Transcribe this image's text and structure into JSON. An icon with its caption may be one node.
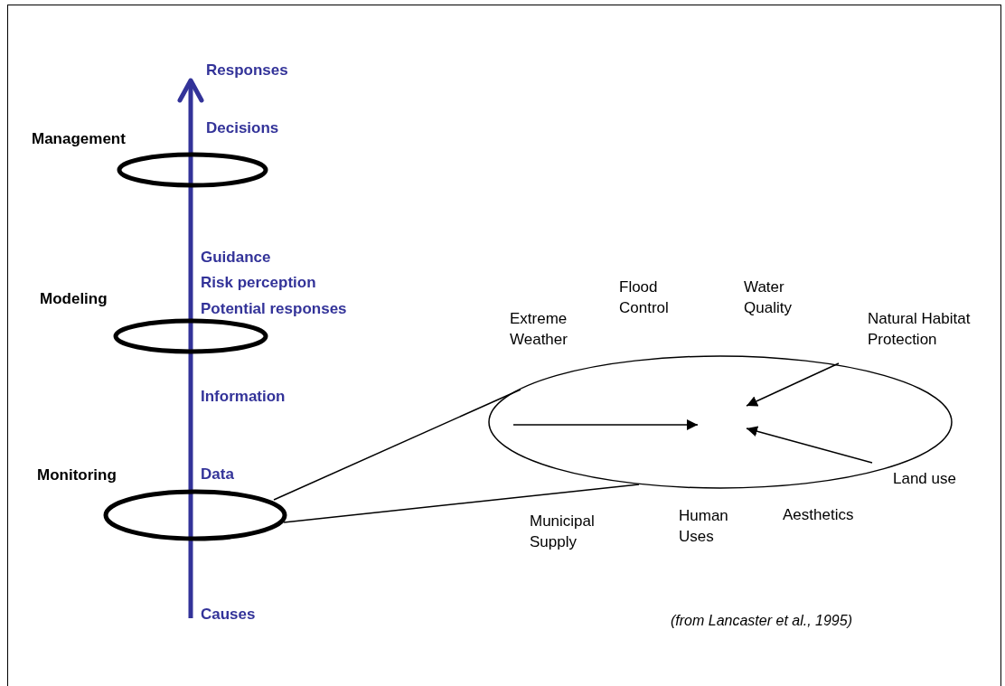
{
  "diagram": {
    "caption": "(from Lancaster et al., 1995)",
    "nodes": [
      {
        "text": [
          "Management"
        ]
      },
      {
        "text": [
          "Modeling"
        ]
      },
      {
        "text": [
          "Monitoring"
        ]
      },
      {
        "text": [],
        "shape": "ellipse"
      }
    ],
    "edges": [
      {
        "from": 2,
        "to": 3,
        "arrow": "none"
      },
      {
        "from": 2,
        "to": 3,
        "arrow": "none"
      },
      {
        "from": null,
        "to": 3,
        "arrow": "to"
      },
      {
        "from": null,
        "to": 3,
        "arrow": "to"
      },
      {
        "from": null,
        "to": 3,
        "arrow": "to"
      }
    ],
    "labels": [
      "Responses",
      "Decisions",
      "Guidance",
      "Risk perception",
      "Potential responses",
      "Flood Control",
      "Water Quality",
      "Extreme Weather",
      "Natural Habitat Protection",
      "Information",
      "Data",
      "Land use",
      "Aesthetics",
      "Human Uses",
      "Municipal Supply",
      "Causes"
    ]
  }
}
